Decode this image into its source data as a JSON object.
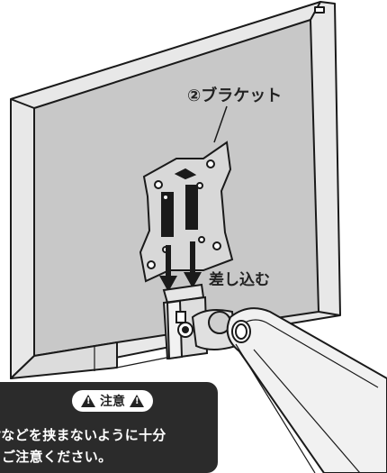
{
  "labels": {
    "bracket": "②ブラケット",
    "insert": "差し込む"
  },
  "caution": {
    "title": "注意",
    "line1": "指などを挟まないように十分",
    "line2": "ご注意ください。"
  },
  "icons": {
    "warning": "warning-triangle-icon",
    "arrow": "down-arrow-icon"
  },
  "colors": {
    "monitor_back": "#c9c9c9",
    "monitor_frame": "#e6e6e6",
    "line": "#1a1a1a",
    "caution_bg": "#2b2b2b"
  }
}
